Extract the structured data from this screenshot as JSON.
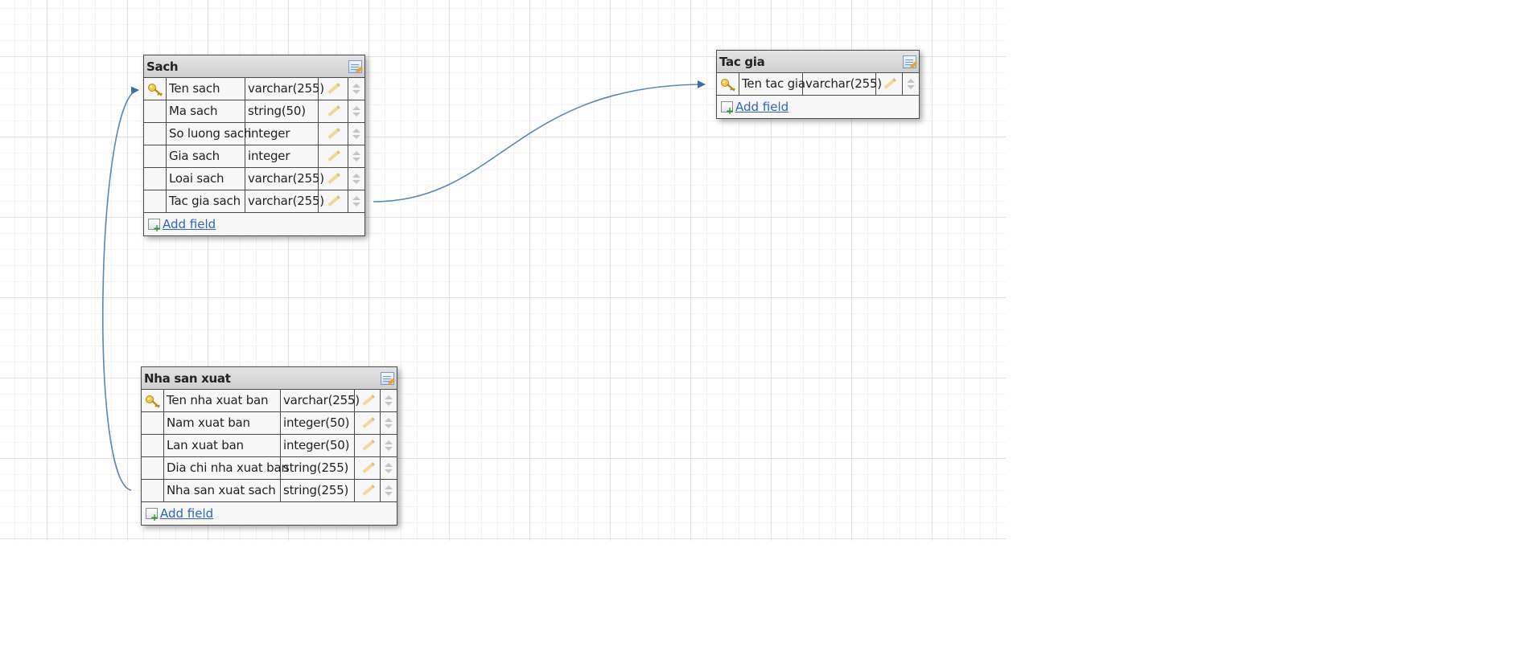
{
  "colors": {
    "link_line": "#5b86b5",
    "table_border": "#4a4a4a",
    "header_bg": "#d6d6d6",
    "key_icon": "#e0b31e",
    "add_link": "#2f66b3"
  },
  "tables": {
    "sach": {
      "title": "Sach",
      "fields": [
        {
          "name": "Ten sach",
          "type": "varchar(255)",
          "primary_key": true
        },
        {
          "name": "Ma sach",
          "type": "string(50)",
          "primary_key": false
        },
        {
          "name": "So luong sach",
          "type": "integer",
          "primary_key": false
        },
        {
          "name": "Gia sach",
          "type": "integer",
          "primary_key": false
        },
        {
          "name": "Loai sach",
          "type": "varchar(255)",
          "primary_key": false
        },
        {
          "name": "Tac gia sach",
          "type": "varchar(255)",
          "primary_key": false
        }
      ],
      "add_field_label": "Add field"
    },
    "tacgia": {
      "title": "Tac gia",
      "fields": [
        {
          "name": "Ten tac gia",
          "type": "varchar(255)",
          "primary_key": true
        }
      ],
      "add_field_label": "Add field"
    },
    "nhasanxuat": {
      "title": "Nha san xuat",
      "fields": [
        {
          "name": "Ten nha xuat ban",
          "type": "varchar(255)",
          "primary_key": true
        },
        {
          "name": "Nam xuat ban",
          "type": "integer(50)",
          "primary_key": false
        },
        {
          "name": "Lan xuat ban",
          "type": "integer(50)",
          "primary_key": false
        },
        {
          "name": "Dia chi nha xuat ban",
          "type": "string(255)",
          "primary_key": false
        },
        {
          "name": "Nha san xuat sach",
          "type": "string(255)",
          "primary_key": false
        }
      ],
      "add_field_label": "Add field"
    }
  },
  "relations": [
    {
      "from": "Sach.Tac gia sach",
      "to": "Tac gia.Ten tac gia"
    },
    {
      "from": "Nha san xuat.Nha san xuat sach",
      "to": "Sach.Ten sach"
    }
  ]
}
